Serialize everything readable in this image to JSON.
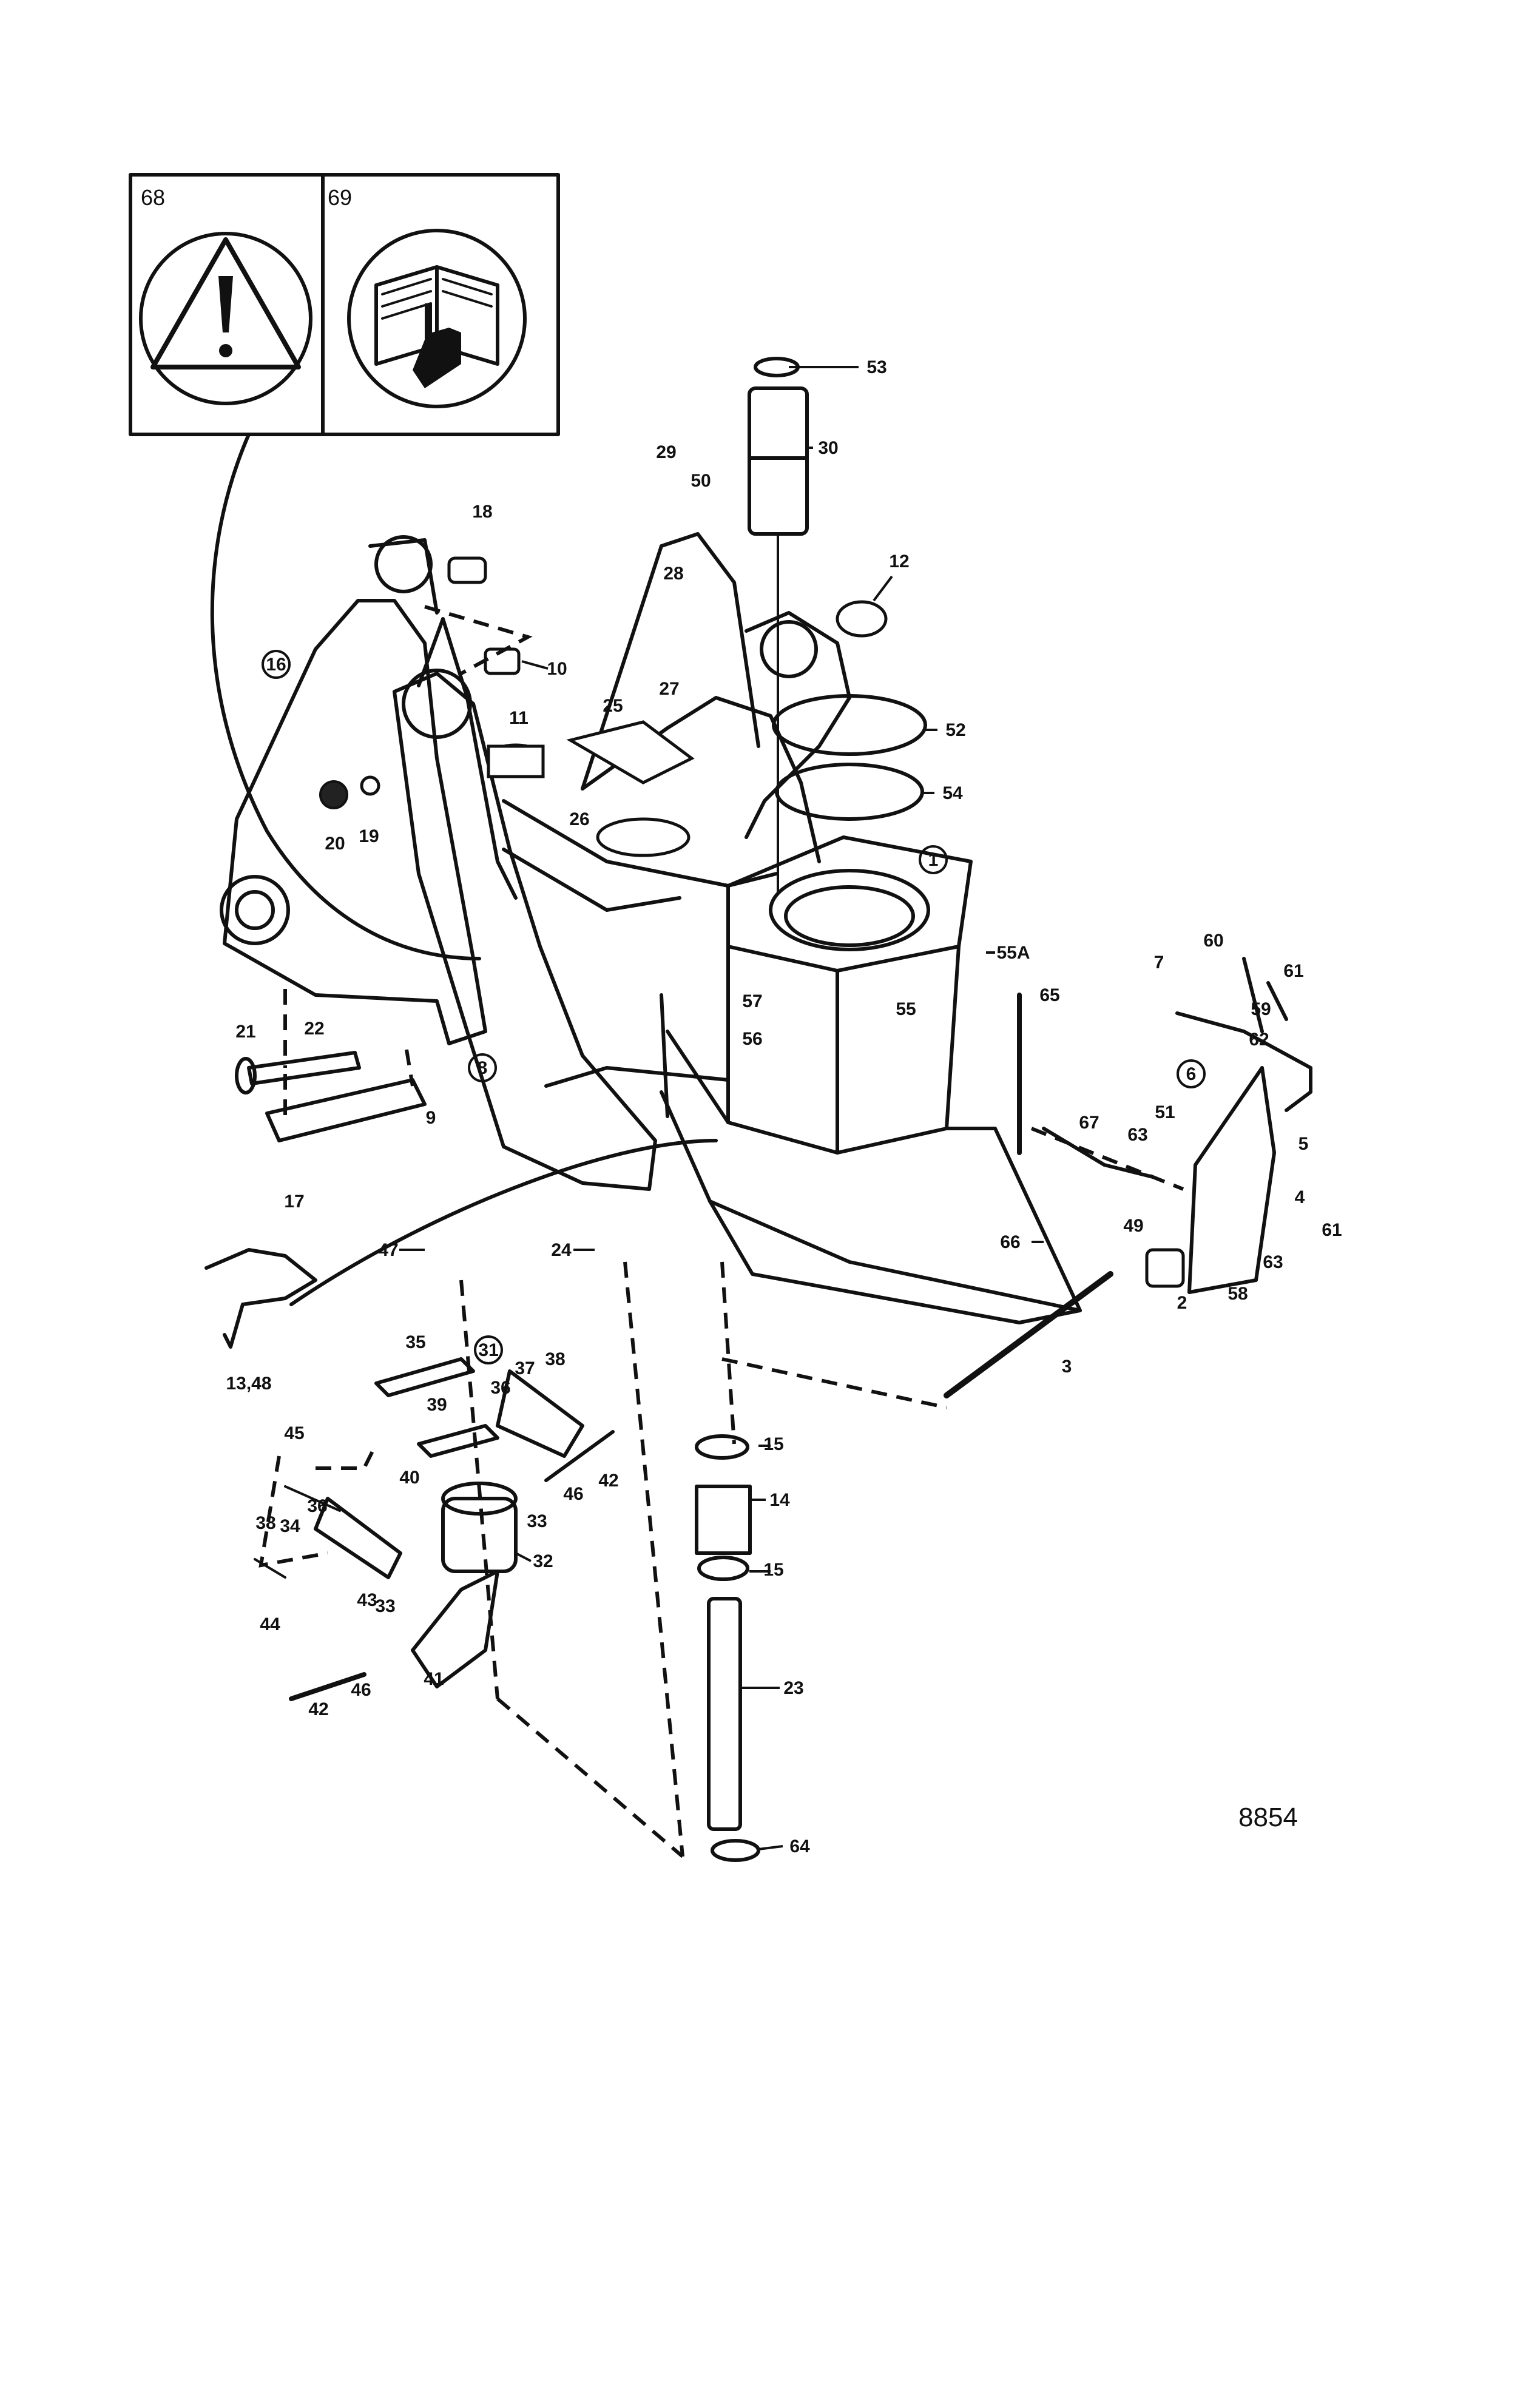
{
  "drawing_number": "8854",
  "symbols": [
    {
      "number": "68",
      "icon": "warning-triangle-icon"
    },
    {
      "number": "69",
      "icon": "manual-hand-icon"
    }
  ],
  "labels": [
    "1",
    "2",
    "3",
    "4",
    "5",
    "6",
    "7",
    "8",
    "9",
    "10",
    "11",
    "12",
    "13,48",
    "14",
    "15",
    "15",
    "16",
    "17",
    "18",
    "19",
    "20",
    "21",
    "22",
    "23",
    "24",
    "25",
    "26",
    "27",
    "28",
    "29",
    "30",
    "31",
    "32",
    "33",
    "33",
    "34",
    "35",
    "36",
    "36",
    "37",
    "38",
    "38",
    "39",
    "40",
    "41",
    "42",
    "42",
    "43",
    "44",
    "45",
    "46",
    "46",
    "47",
    "49",
    "50",
    "51",
    "52",
    "53",
    "54",
    "55",
    "55A",
    "56",
    "57",
    "58",
    "59",
    "60",
    "61",
    "61",
    "62",
    "63",
    "63",
    "64",
    "65",
    "66",
    "67"
  ]
}
